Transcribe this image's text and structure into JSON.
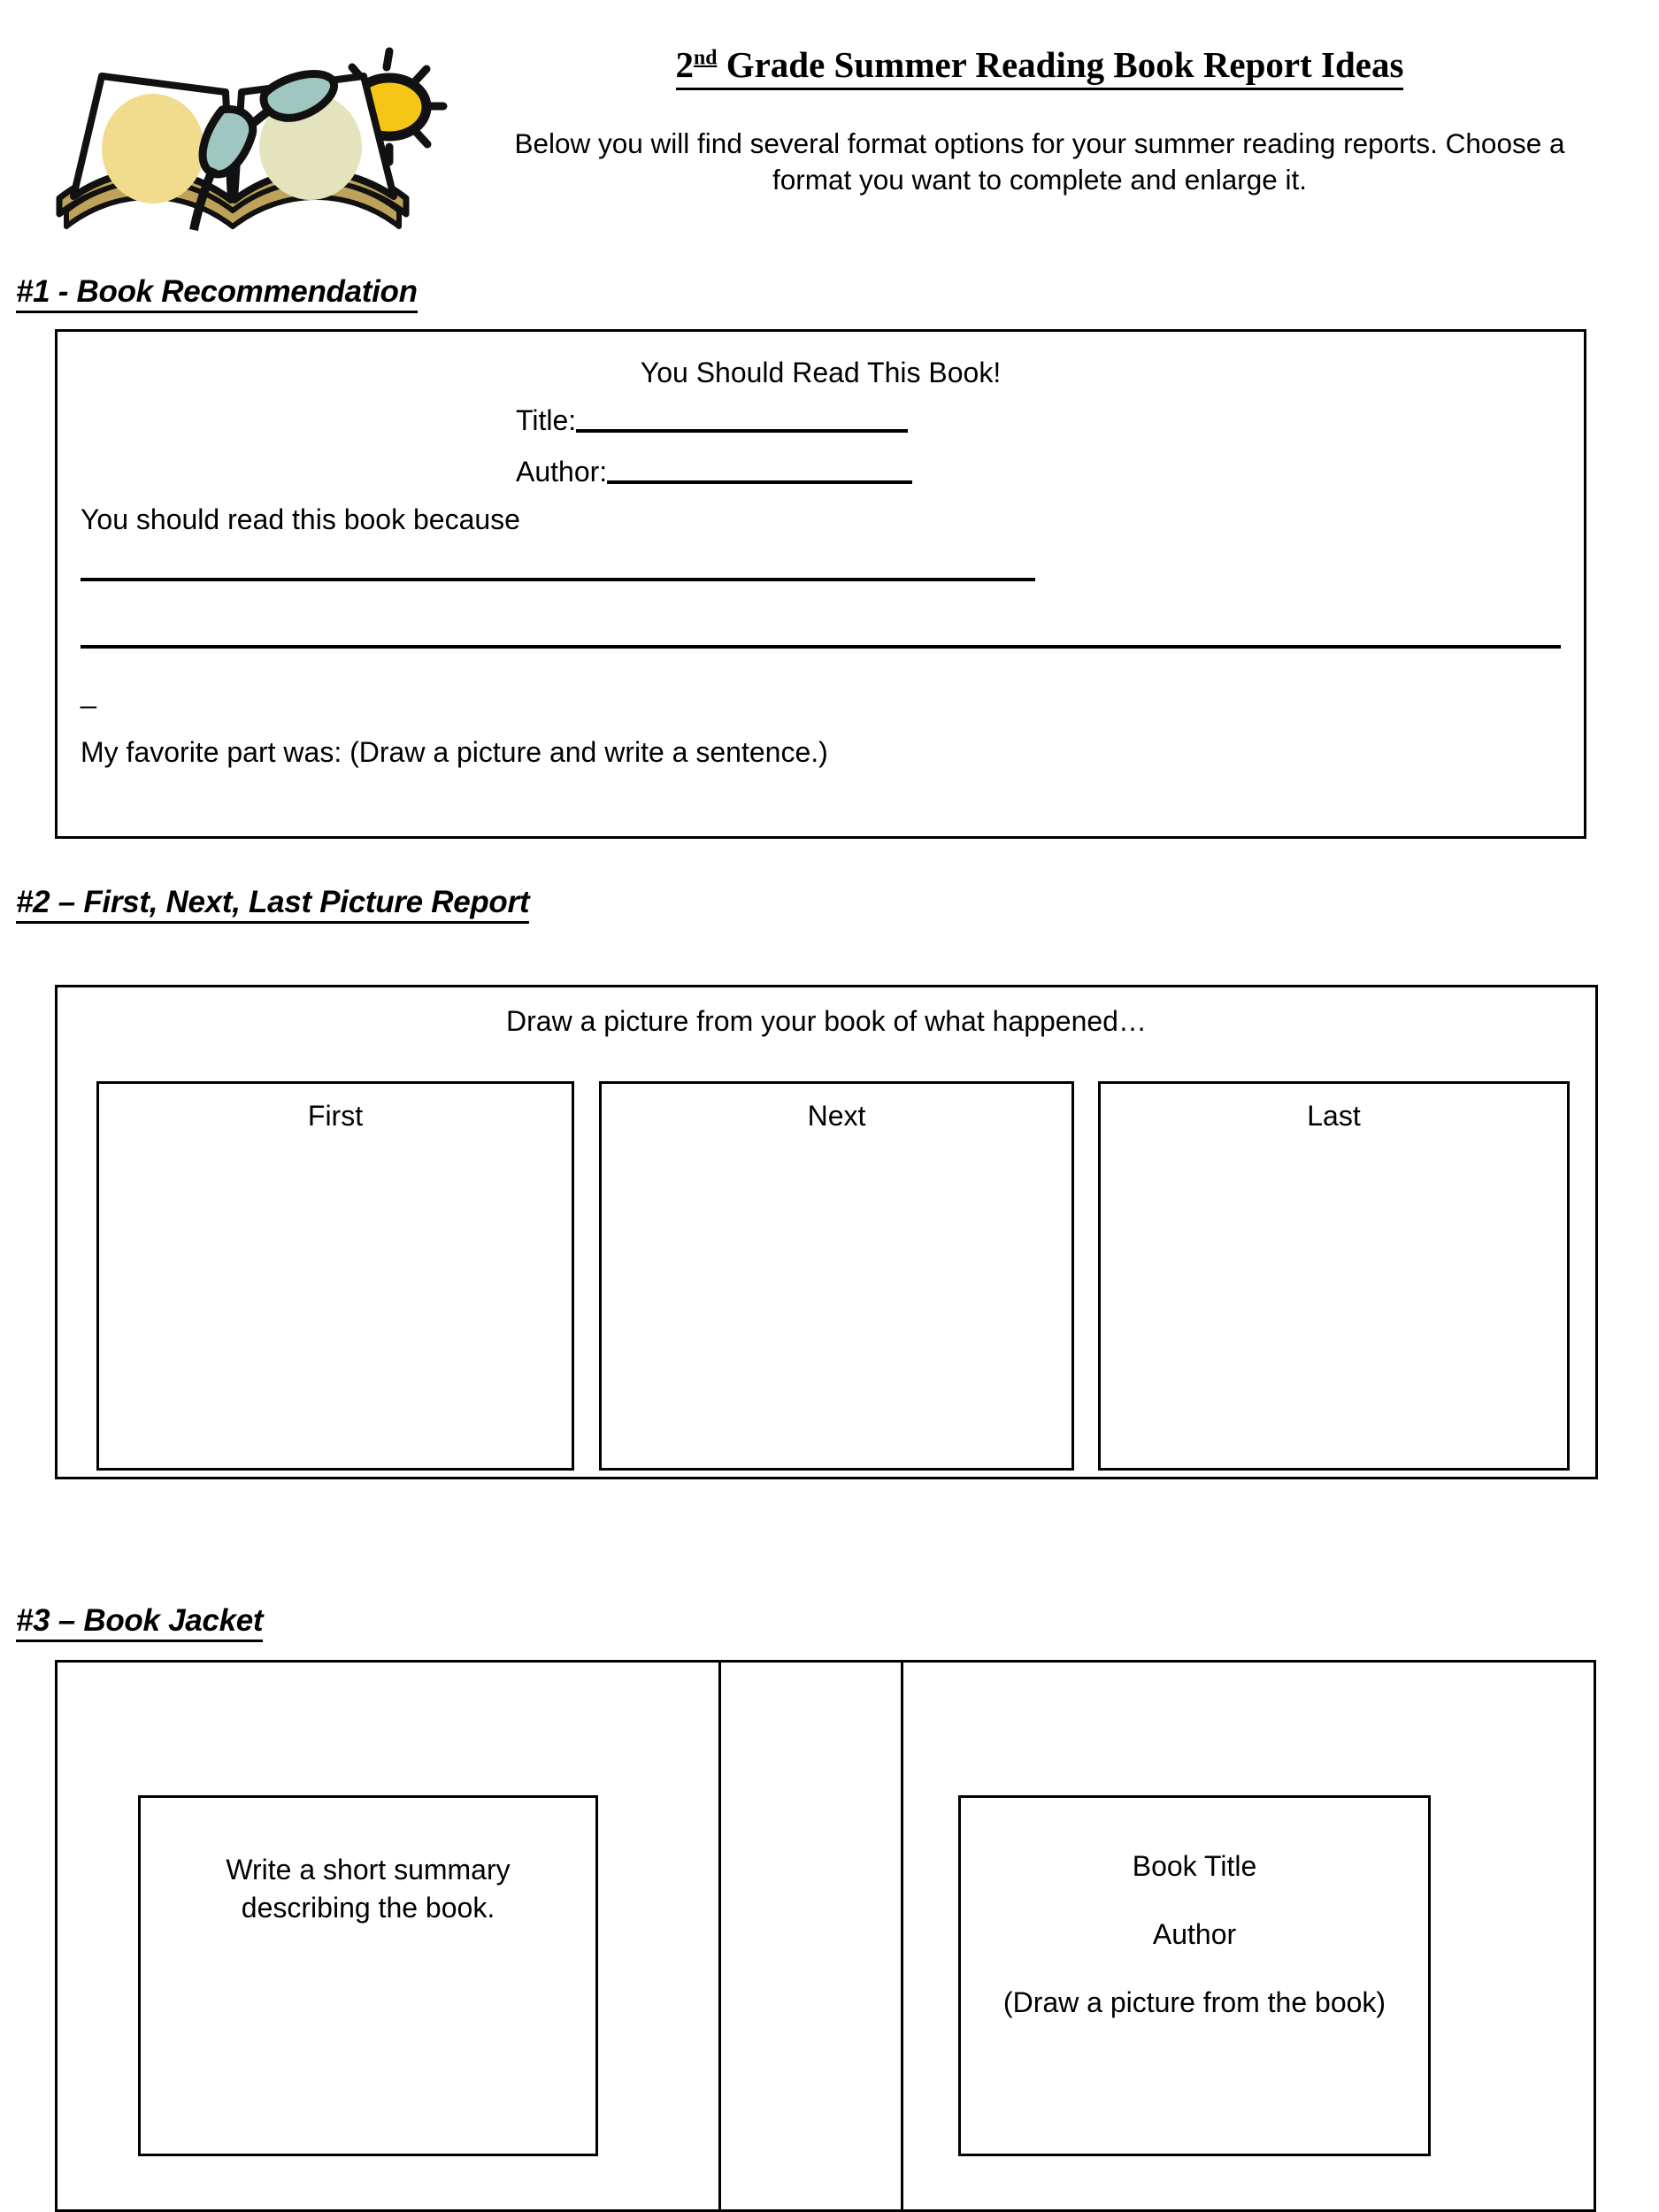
{
  "document": {
    "title_prefix": "2",
    "title_superscript": "nd",
    "title_rest": " Grade Summer Reading Book Report Ideas",
    "subtitle": "Below you will find several format options for your summer reading reports. Choose a format you want to complete and enlarge it.",
    "clipart_name": "open-book-with-sunglasses-and-sun-icon"
  },
  "sections": [
    {
      "heading": "#1 - Book Recommendation",
      "box": {
        "header": "You Should Read This Book!",
        "title_label": "Title:",
        "author_label": "Author:",
        "because_text": "You should read this book because",
        "dash": "_",
        "favorite_text": "My favorite part was: (Draw a picture and write a sentence.)"
      }
    },
    {
      "heading": "#2 – First, Next, Last Picture Report",
      "box": {
        "instruction": "Draw a picture from your book of what happened…",
        "panels": [
          {
            "label": "First"
          },
          {
            "label": "Next"
          },
          {
            "label": "Last"
          }
        ]
      }
    },
    {
      "heading": "#3 – Book Jacket ",
      "box": {
        "back_panel": {
          "line1": "Write a short summary",
          "line2": "describing the book."
        },
        "front_panel": {
          "line1": "Book Title",
          "line2": "Author",
          "line3": "(Draw a picture from the book)"
        }
      }
    }
  ],
  "colors": {
    "ink": "#000000",
    "page": "#ffffff",
    "sun_yellow": "#F5C518",
    "book_page_yellow": "#F0DC8C",
    "book_page_cream": "#E3E3BE",
    "book_edge_tan": "#BFA259",
    "glasses_teal": "#9FC6C0"
  }
}
